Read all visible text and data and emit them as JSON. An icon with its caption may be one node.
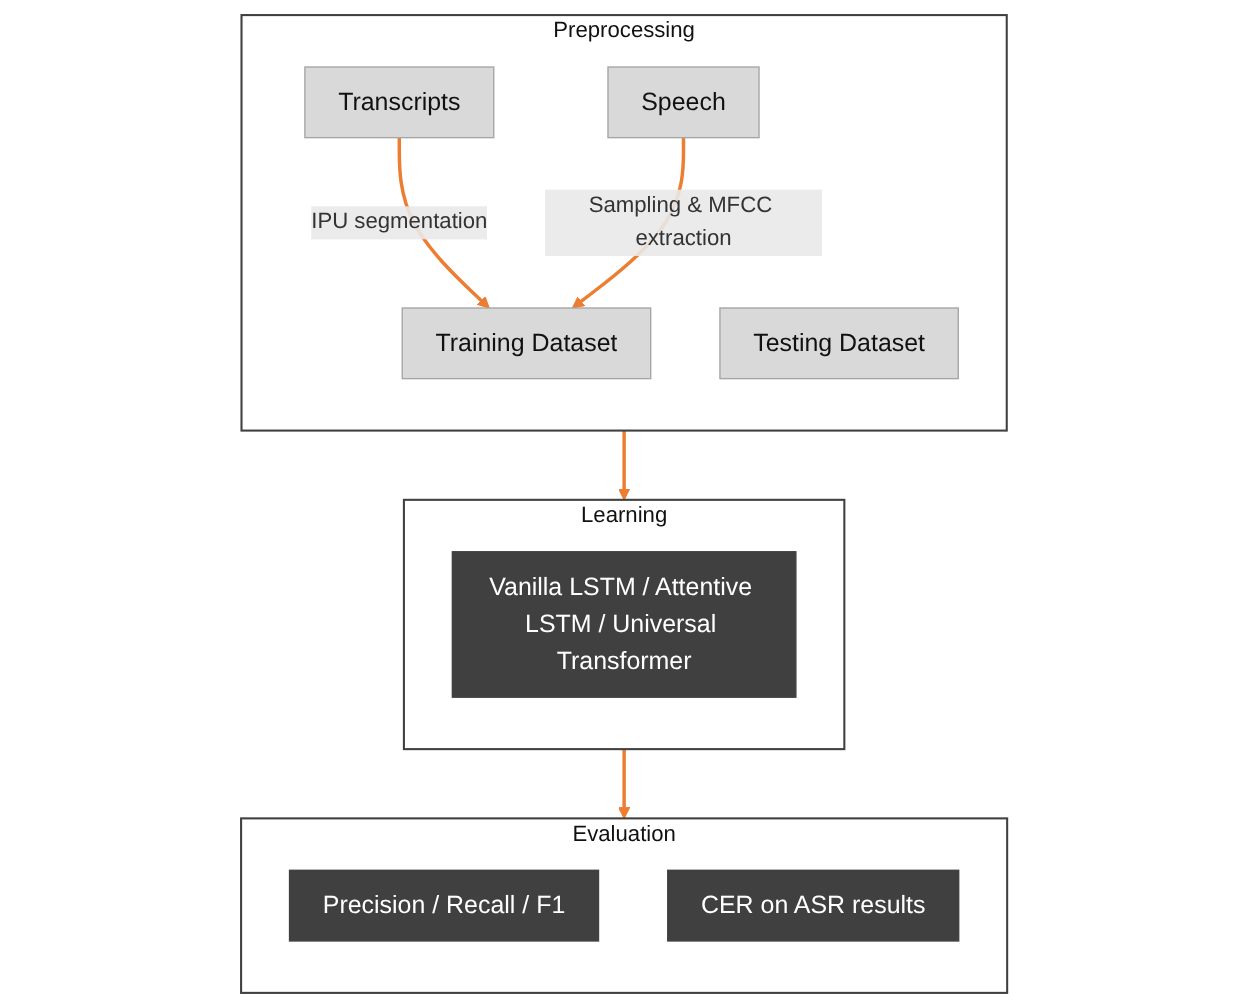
{
  "diagram": {
    "nodes": [
      {
        "text": [
          "Preprocessing"
        ]
      },
      {
        "text": [
          "Transcripts"
        ],
        "in": 0
      },
      {
        "text": [
          "Speech"
        ],
        "in": 0
      },
      {
        "text": [
          "Training Dataset"
        ],
        "in": 0
      },
      {
        "text": [
          "Testing Dataset"
        ],
        "in": 0
      },
      {
        "text": [
          "Learning"
        ]
      },
      {
        "text": [
          "Vanilla LSTM / Attentive LSTM / Universal Transformer"
        ],
        "in": 5
      },
      {
        "text": [
          "Evaluation"
        ]
      },
      {
        "text": [
          "Precision / Recall / F1"
        ],
        "in": 7
      },
      {
        "text": [
          "CER on ASR results"
        ],
        "in": 7
      }
    ],
    "edges": [
      {
        "from": 1,
        "to": 3,
        "arrow": "to",
        "label": "IPU segmentation",
        "color": "#ed7d31"
      },
      {
        "from": 2,
        "to": 3,
        "arrow": "to",
        "label": "Sampling & MFCC extraction",
        "color": "#ed7d31"
      },
      {
        "from": 0,
        "to": 5,
        "arrow": "to",
        "color": "#ed7d31"
      },
      {
        "from": 5,
        "to": 7,
        "arrow": "to",
        "color": "#ed7d31"
      }
    ]
  }
}
